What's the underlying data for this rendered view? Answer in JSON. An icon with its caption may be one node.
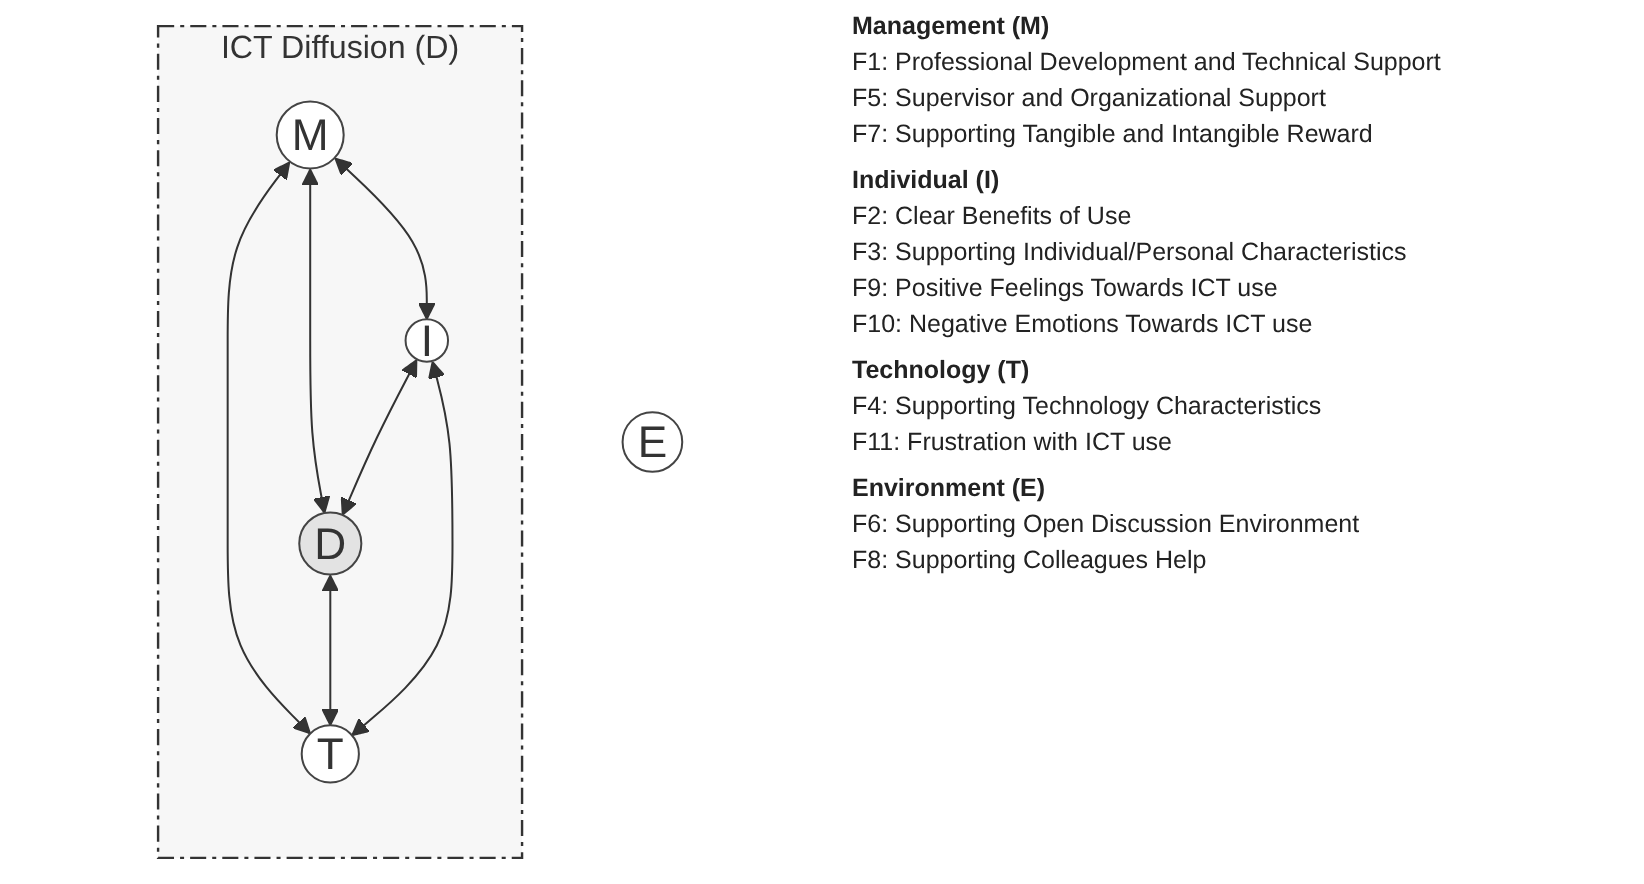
{
  "diagram": {
    "nodes": [
      {
        "text": [
          "ICT Diffusion (D)"
        ]
      },
      {
        "text": [
          "M"
        ],
        "in": 0
      },
      {
        "text": [
          "E"
        ]
      },
      {
        "text": [
          "D"
        ],
        "in": 0
      },
      {
        "text": [
          "I"
        ],
        "in": 0
      },
      {
        "text": [
          "T"
        ],
        "in": 0
      }
    ],
    "edges": [
      {
        "from": 1,
        "to": 4,
        "arrow": "both"
      },
      {
        "from": 1,
        "to": 3,
        "arrow": "both"
      },
      {
        "from": 1,
        "to": 5,
        "arrow": "both"
      },
      {
        "from": 4,
        "to": 3,
        "arrow": "both"
      },
      {
        "from": 3,
        "to": 5,
        "arrow": "both"
      },
      {
        "from": 4,
        "to": 5,
        "arrow": "both"
      }
    ],
    "labels": [
      "Management (M)",
      "F1: Professional Development and Technical Support",
      "F5: Supervisor and Organizational Support",
      "F7: Supporting Tangible and Intangible Reward",
      "Individual (I)",
      "F2: Clear Benefits of Use",
      "F3: Supporting Individual/Personal Characteristics",
      "F9: Positive Feelings Towards ICT use",
      "F10: Negative Emotions Towards ICT use",
      "Technology (T)",
      "F4: Supporting Technology Characteristics",
      "F11: Frustration with ICT use",
      "Environment (E)",
      "F6: Supporting Open Discussion Environment",
      "F8: Supporting Colleagues Help"
    ]
  }
}
